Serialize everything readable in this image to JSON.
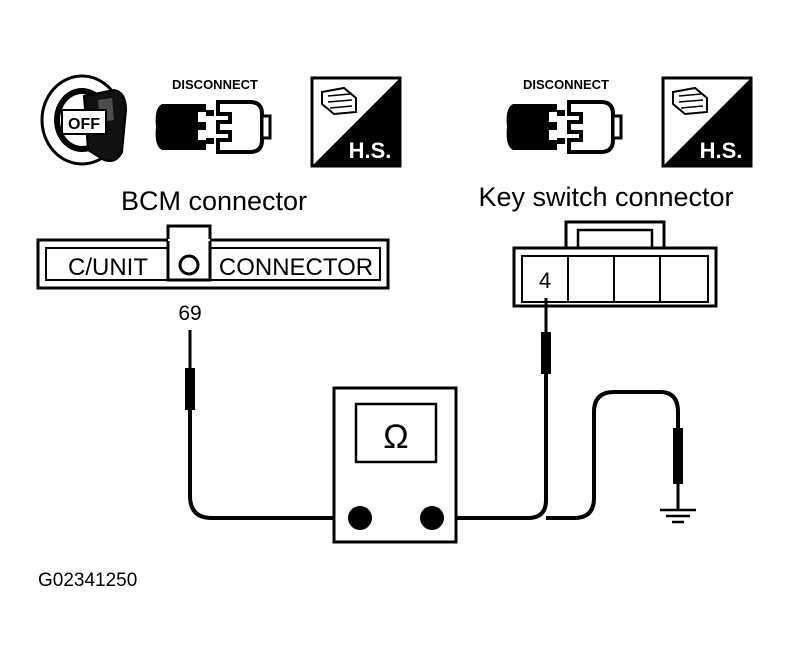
{
  "icons": {
    "ignition_key_label": "OFF",
    "disconnect_label": "DISCONNECT",
    "harness_side_label": "H.S."
  },
  "bcm": {
    "title": "BCM connector",
    "left_text": "C/UNIT",
    "right_text": "CONNECTOR",
    "terminal": "69"
  },
  "key_switch": {
    "title": "Key switch connector",
    "terminal": "4"
  },
  "meter": {
    "symbol": "Ω"
  },
  "figure_id": "G02341250"
}
